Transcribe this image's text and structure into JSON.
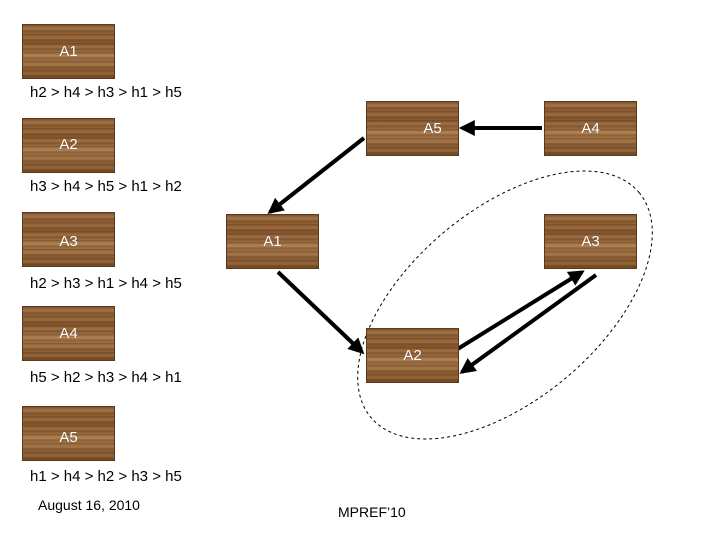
{
  "agents": [
    {
      "label": "A1",
      "preference": "h2 > h4 > h3 > h1 > h5"
    },
    {
      "label": "A2",
      "preference": "h3 > h4 > h5 > h1 > h2"
    },
    {
      "label": "A3",
      "preference": "h2 > h3 > h1 > h4 > h5"
    },
    {
      "label": "A4",
      "preference": "h5 > h2 > h3 > h4 > h1"
    },
    {
      "label": "A5",
      "preference": "h1 > h4 > h2 > h3 > h5"
    }
  ],
  "graph_nodes": {
    "a5": "A5",
    "a4": "A4",
    "a1": "A1",
    "a3": "A3",
    "a2": "A2"
  },
  "footer": {
    "date": "August 16, 2010",
    "event": "MPREF’10"
  }
}
